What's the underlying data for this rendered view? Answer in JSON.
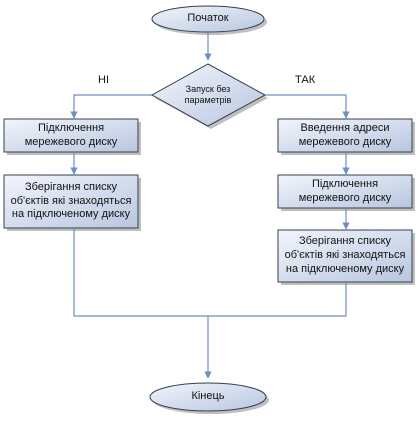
{
  "flowchart": {
    "start": "Початок",
    "decision": "Запуск без параметрів",
    "branch_no": "НІ",
    "branch_yes": "ТАК",
    "left_steps": [
      "Підключення мережевого диску",
      "Зберігання списку об'єктів які знаходяться на підключеному диску"
    ],
    "right_steps": [
      "Введення адреси мережевого диску",
      "Підключення мережевого диску",
      "Зберігання списку об'єктів які знаходяться на підключеному диску"
    ],
    "end": "Кінець"
  },
  "colors": {
    "box_fill_light": "#eef2f9",
    "box_fill_dark": "#bfcbe2",
    "border": "#34404f",
    "line": "#6d8fc4",
    "shadow": "#8a8a8a"
  }
}
